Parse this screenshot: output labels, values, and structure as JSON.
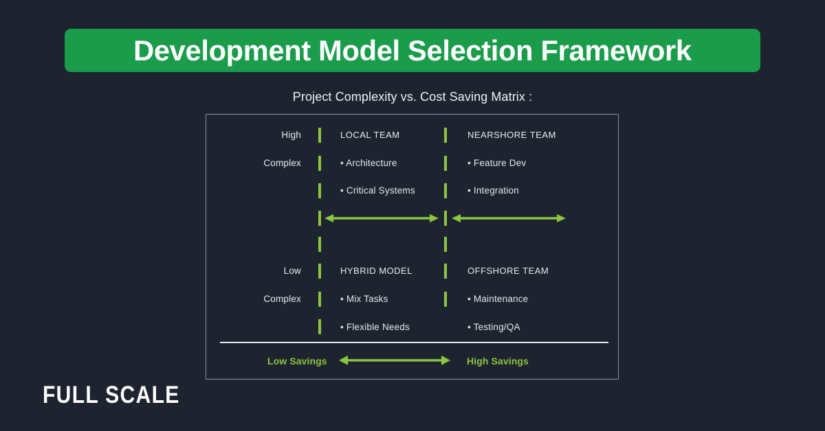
{
  "theme": {
    "background": "#1e2330",
    "banner_green": "#1a9c4b",
    "accent_green": "#8cc540",
    "text_light": "#e9ecf2",
    "border_gray": "#8b919d"
  },
  "header": {
    "title": "Development Model Selection Framework"
  },
  "subtitle": "Project Complexity vs. Cost Saving Matrix :",
  "matrix": {
    "axis_labels": [
      {
        "line1": "High",
        "line2": "Complex"
      },
      {
        "line1": "Low",
        "line2": "Complex"
      }
    ],
    "quadrants": [
      {
        "id": "local-team",
        "title": "LOCAL TEAM",
        "items": [
          "• Architecture",
          "• Critical Systems"
        ]
      },
      {
        "id": "nearshore-team",
        "title": "NEARSHORE TEAM",
        "items": [
          "• Feature Dev",
          "• Integration"
        ]
      },
      {
        "id": "hybrid-model",
        "title": "HYBRID MODEL",
        "items": [
          "• Mix Tasks",
          "• Flexible Needs"
        ]
      },
      {
        "id": "offshore-team",
        "title": "OFFSHORE TEAM",
        "items": [
          "• Maintenance",
          "• Testing/QA"
        ]
      }
    ],
    "footer": {
      "low_label": "Low Savings",
      "high_label": "High Savings"
    }
  },
  "logo": "FULL SCALE"
}
